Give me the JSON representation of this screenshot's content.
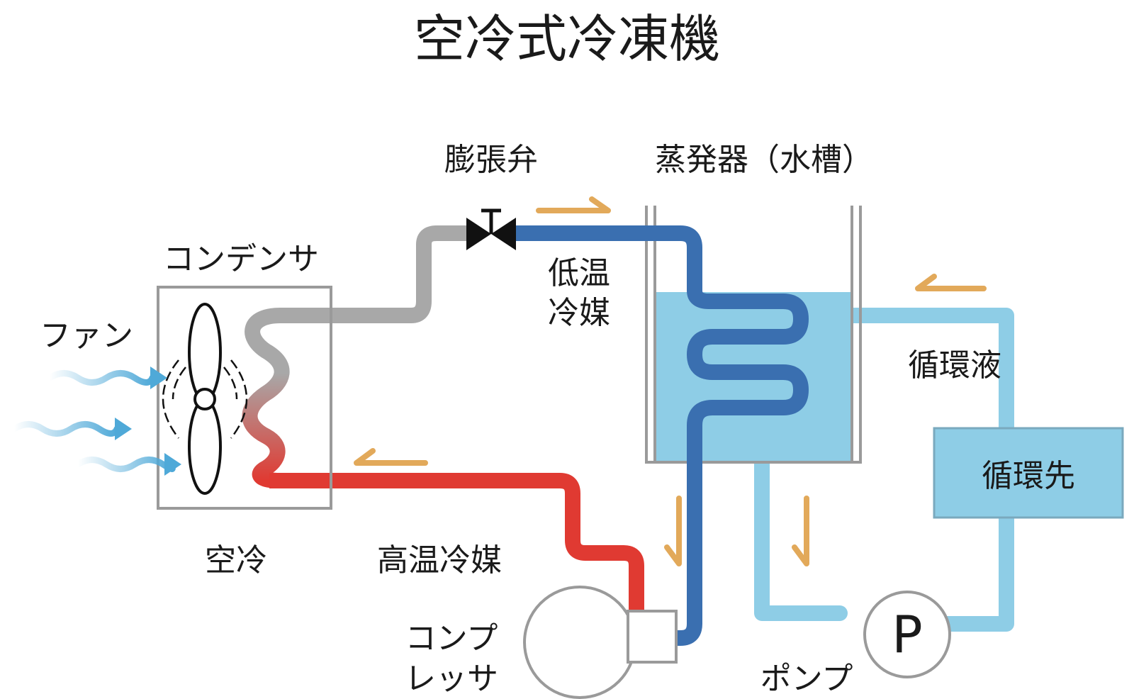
{
  "title": "空冷式冷凍機",
  "labels": {
    "expansion_valve": "膨張弁",
    "evaporator": "蒸発器（水槽）",
    "condenser": "コンデンサ",
    "fan": "ファン",
    "low_temp_refrigerant_1": "低温",
    "low_temp_refrigerant_2": "冷媒",
    "circulating_fluid": "循環液",
    "destination": "循環先",
    "air_cooled": "空冷",
    "high_temp_refrigerant": "高温冷媒",
    "compressor_1": "コンプ",
    "compressor_2": "レッサ",
    "pump": "ポンプ",
    "pump_symbol": "P"
  },
  "colors": {
    "hot_refrigerant": "#e03a32",
    "cold_refrigerant": "#3a6fb0",
    "warm_gray": "#a8a8a8",
    "circulating_fluid": "#8ecde6",
    "water": "#8ecde6",
    "airflow": "#4fa9d8",
    "flow_arrow": "#e2a95a",
    "outline": "#9a9a9a"
  }
}
